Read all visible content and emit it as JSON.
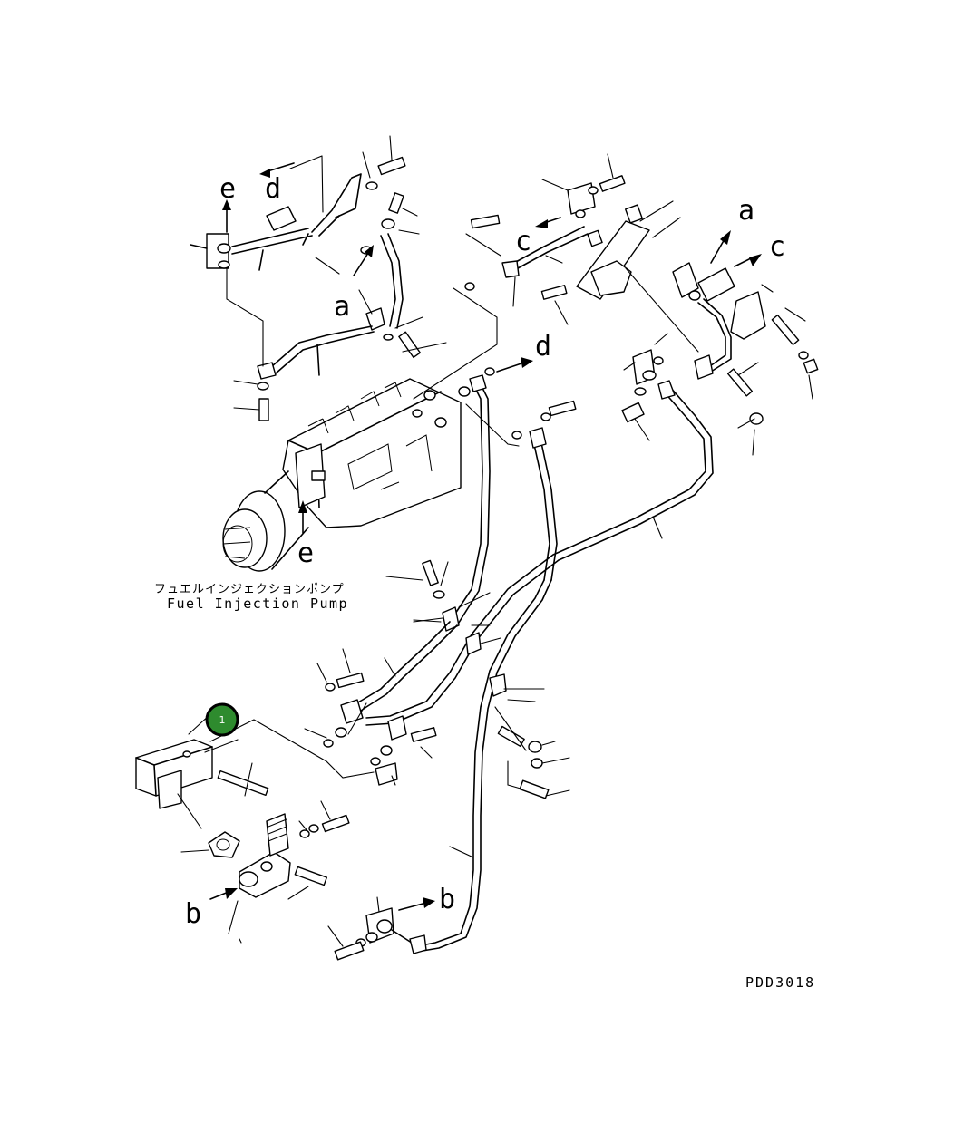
{
  "diagram": {
    "caption_japanese": "フュエルインジェクションポンプ",
    "caption_english": "Fuel Injection Pump",
    "drawing_code": "PDD3018",
    "reference_letters": {
      "a": "a",
      "b": "b",
      "c": "c",
      "d": "d",
      "e": "e"
    },
    "callouts": [
      {
        "number": "1",
        "color": "#2e8b2e"
      }
    ]
  }
}
